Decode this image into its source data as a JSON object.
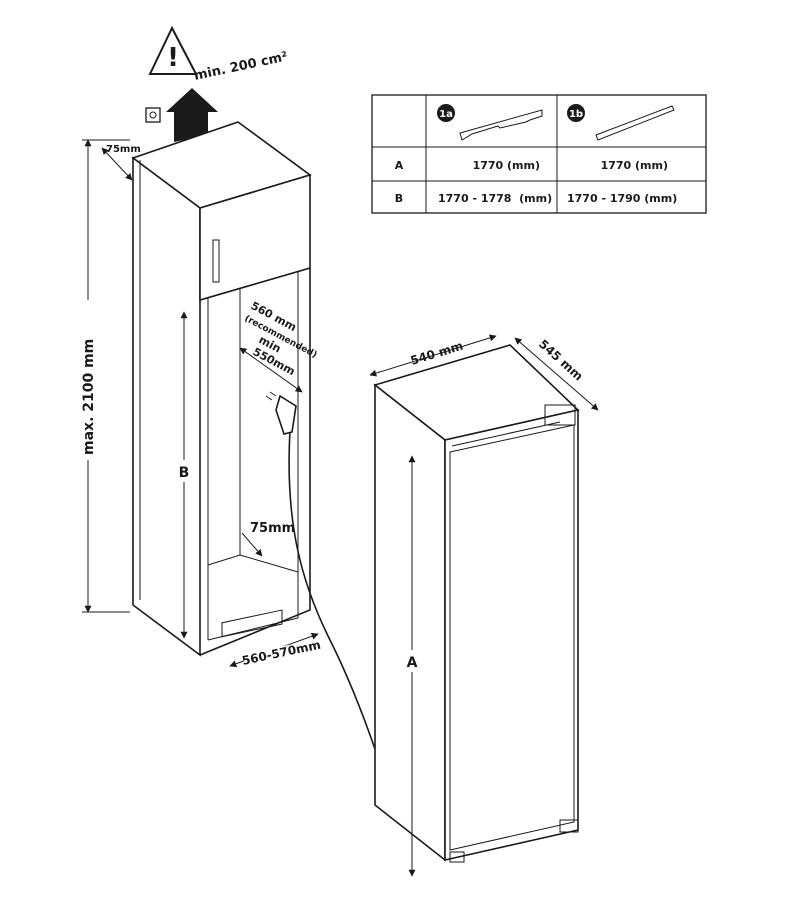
{
  "ventilation": {
    "warning_symbol": "!",
    "label": "min. 200 cm²"
  },
  "cabinet": {
    "top_gap": "75mm",
    "max_height": "max. 2100 mm",
    "depth_line1": "560 mm",
    "depth_line2": "(recommended)",
    "min_label": "min",
    "min_depth": "550mm",
    "niche_label": "B",
    "bottom_gap": "75mm",
    "width": "560-570mm"
  },
  "appliance": {
    "width": "540 mm",
    "depth": "545 mm",
    "height_label": "A"
  },
  "table": {
    "columns": [
      {
        "badge": "1a"
      },
      {
        "badge": "1b"
      }
    ],
    "rows": [
      {
        "label": "A",
        "values": [
          "1770 (mm)",
          "1770 (mm)"
        ]
      },
      {
        "label": "B",
        "values": [
          "1770 - 1778  (mm)",
          "1770 - 1790 (mm)"
        ]
      }
    ]
  }
}
